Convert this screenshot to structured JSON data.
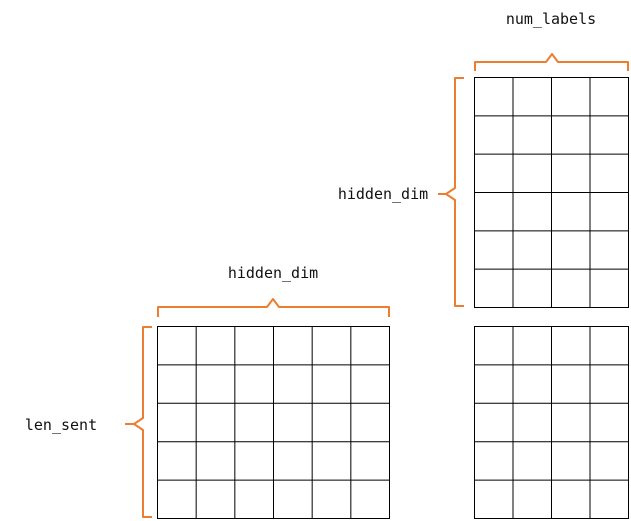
{
  "colors": {
    "grid_line": "#000000",
    "bracket": "#ed7d31",
    "text": "#111111",
    "background": "#ffffff"
  },
  "labels": {
    "num_labels": "num_labels",
    "hidden_dim_right": "hidden_dim",
    "hidden_dim_bottom": "hidden_dim",
    "len_sent": "len_sent"
  },
  "matrices": {
    "weight": {
      "rows": 6,
      "cols": 4
    },
    "input": {
      "rows": 5,
      "cols": 6
    },
    "output": {
      "rows": 5,
      "cols": 4
    }
  }
}
